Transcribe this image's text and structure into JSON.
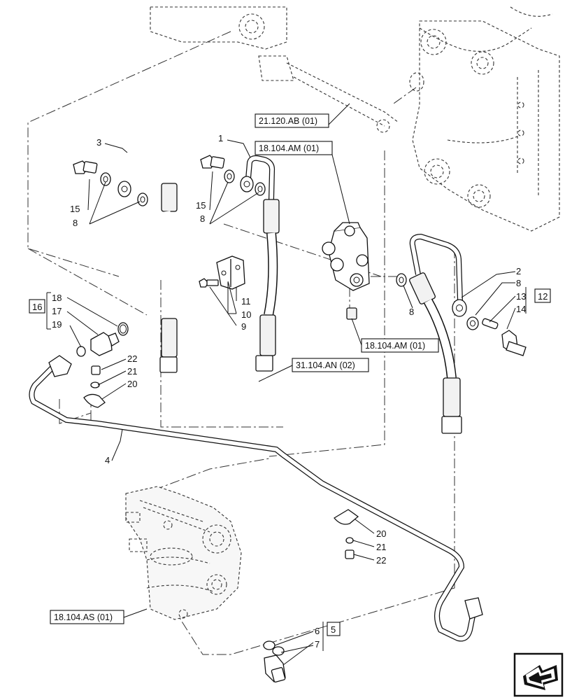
{
  "references": {
    "ref_21120ab": "21.120.AB (01)",
    "ref_18104am_top": "18.104.AM (01)",
    "ref_18104am_mid": "18.104.AM (01)",
    "ref_31104an": "31.104.AN (02)",
    "ref_18104as": "18.104.AS (01)"
  },
  "callouts": {
    "c1": "1",
    "c2": "2",
    "c3": "3",
    "c4": "4",
    "c5": "5",
    "c6": "6",
    "c7": "7",
    "c8a": "8",
    "c8b": "8",
    "c8c": "8",
    "c8d": "8",
    "c9": "9",
    "c10": "10",
    "c11": "11",
    "c12": "12",
    "c13": "13",
    "c14": "14",
    "c15a": "15",
    "c15b": "15",
    "c16": "16",
    "c17": "17",
    "c18": "18",
    "c19": "19",
    "c20a": "20",
    "c20b": "20",
    "c21a": "21",
    "c21b": "21",
    "c22a": "22",
    "c22b": "22"
  },
  "icons": {
    "nav": "next-page-arrow-icon"
  }
}
